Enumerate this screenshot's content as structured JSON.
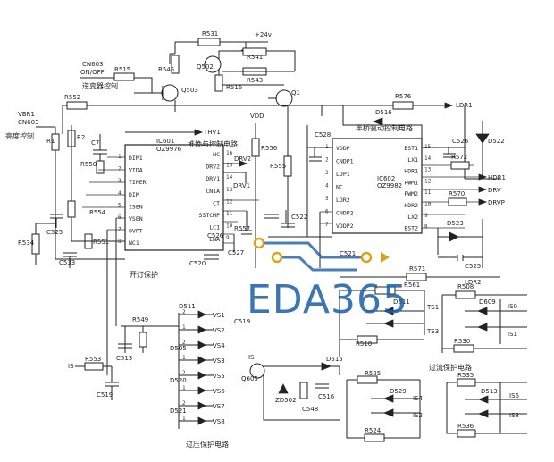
{
  "watermark": {
    "text": "EDA365"
  },
  "ic1": {
    "name": "IC601",
    "part": "OZ9976",
    "title": "推挽与控制电路",
    "left_pins": [
      "DIM1",
      "VIDA",
      "TIMER",
      "DIM",
      "ISEN",
      "VSEN",
      "OVPT",
      "NC1"
    ],
    "right_pins": [
      "NC",
      "DRV2",
      "DRV1",
      "CN1A",
      "CT",
      "SSTCMP",
      "LC1",
      "ENA"
    ],
    "left_nums": [
      "1",
      "2",
      "3",
      "4",
      "5",
      "6",
      "7",
      "8"
    ],
    "right_nums": [
      "16",
      "15",
      "14",
      "13",
      "12",
      "11",
      "10",
      "9"
    ]
  },
  "ic2": {
    "name": "IC602",
    "part": "OZ9982",
    "title": "半桥驱动控制电路",
    "left_pins": [
      "VDDP",
      "CNDP1",
      "LDP1",
      "NC",
      "LDR2",
      "CNDP2",
      "VDDP2"
    ],
    "right_pins": [
      "BST1",
      "LX1",
      "HDR1",
      "PWM1",
      "PWM2",
      "HDR2",
      "LX2",
      "BST2"
    ],
    "left_nums": [
      "1",
      "2",
      "3",
      "4",
      "5",
      "6",
      "7"
    ],
    "right_nums": [
      "15",
      "14",
      "13",
      "12",
      "11",
      "10",
      "9",
      "8"
    ]
  },
  "labels": {
    "r531": "R531",
    "v24": "+24v",
    "q502": "Q502",
    "r541": "R541",
    "r543": "R543",
    "r545": "R545",
    "q503": "Q503",
    "r516": "R516",
    "q1": "Q1",
    "on_off": "ON/OFF",
    "cn603": "CN603",
    "r515": "R515",
    "inv_ctrl": "逆变器控制",
    "r552": "R552",
    "vbr1": "VBR1",
    "cn603b": "CN603",
    "bright": "亮度控制",
    "r1": "R1",
    "r2": "R2",
    "c7": "C7",
    "thv1": "THV1",
    "vdd": "VDD",
    "r550": "R550",
    "r556": "R556",
    "r555": "R555",
    "r554": "R554",
    "r551": "R551",
    "r534": "R534",
    "c520": "C520",
    "c525": "C525",
    "c533": "C533",
    "c526": "C526",
    "c527": "C527",
    "r557": "R557",
    "c519": "C519",
    "drv2": "DRV2",
    "drv1": "DRV1",
    "c528": "C528",
    "d516": "D516",
    "r576": "R576",
    "ldr1": "LDR1",
    "d522": "D522",
    "r572": "R572",
    "hdr1": "HDR1",
    "drvb": "DRV",
    "r570": "R570",
    "drvp": "DRVP",
    "d523": "D523",
    "c525b": "C525",
    "r571": "R571",
    "ldr2": "LDR2",
    "c522": "C522",
    "c521": "C521",
    "open_prot": "开灯保护",
    "r561": "R561",
    "d611": "D611",
    "ts1": "TS1",
    "r510": "R510",
    "ts3": "TS3",
    "r508": "R508",
    "d609": "D609",
    "is0": "IS0",
    "is1": "IS1",
    "r530": "R530",
    "r549": "R549",
    "d511": "D511",
    "vs1": "VS1",
    "vs2": "VS2",
    "d505": "D505",
    "vs4": "VS4",
    "d520": "D520",
    "vs3": "VS3",
    "vs5": "VS5",
    "d521": "D521",
    "vs6": "VS6",
    "vs7": "VS7",
    "vs8": "VS8",
    "c513": "C513",
    "is": "IS",
    "r553": "R553",
    "c519b": "C519",
    "overvolt": "过压保护电路",
    "is2": "IS",
    "q605": "Q605",
    "d515": "D515",
    "zd502": "ZD502",
    "c548": "C548",
    "c516": "C516",
    "r525": "R525",
    "d529": "D529",
    "is4": "IS4",
    "is2b": "IS2",
    "r524": "R524",
    "r535": "R535",
    "d513": "D513",
    "is6": "IS6",
    "is8": "IS8",
    "r536": "R536",
    "overcur": "过流保护电路"
  }
}
